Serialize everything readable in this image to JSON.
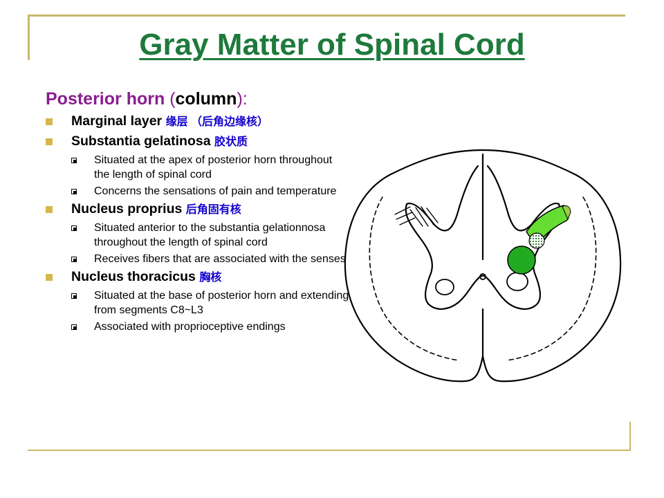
{
  "title": "Gray Matter of Spinal Cord",
  "heading": {
    "part1": "Posterior horn",
    "part2": " (",
    "part3": "column",
    "part4": "):"
  },
  "items": [
    {
      "label": "Marginal layer ",
      "zh": "缘层 （后角边缘核）",
      "subs": []
    },
    {
      "label": "Substantia gelatinosa ",
      "zh": "胶状质",
      "subs": [
        "Situated at the apex of posterior horn throughout the length of spinal cord",
        "Concerns the sensations of pain and temperature"
      ]
    },
    {
      "label": "Nucleus proprius ",
      "zh": "后角固有核",
      "subs": [
        "Situated anterior to the substantia gelationnosa throughout the length of spinal cord",
        "Receives fibers that are associated with the senses"
      ]
    },
    {
      "label": "Nucleus thoracicus ",
      "zh": "胸核",
      "subs": [
        "Situated at the base of posterior horn and extending from  segments C8~L3",
        "Associated with proprioceptive endings"
      ]
    }
  ],
  "colors": {
    "title": "#1e7a3c",
    "heading_accent": "#8a1d8f",
    "chinese_text": "#1100cc",
    "bullet": "#d6b84a",
    "frame_rule": "#c9b86a",
    "nucleus_green": "#22aa22",
    "highlight_green": "#66dd33"
  },
  "icons": {
    "level1_bullet": "filled-square",
    "level2_bullet": "hollow-square-with-dot"
  }
}
